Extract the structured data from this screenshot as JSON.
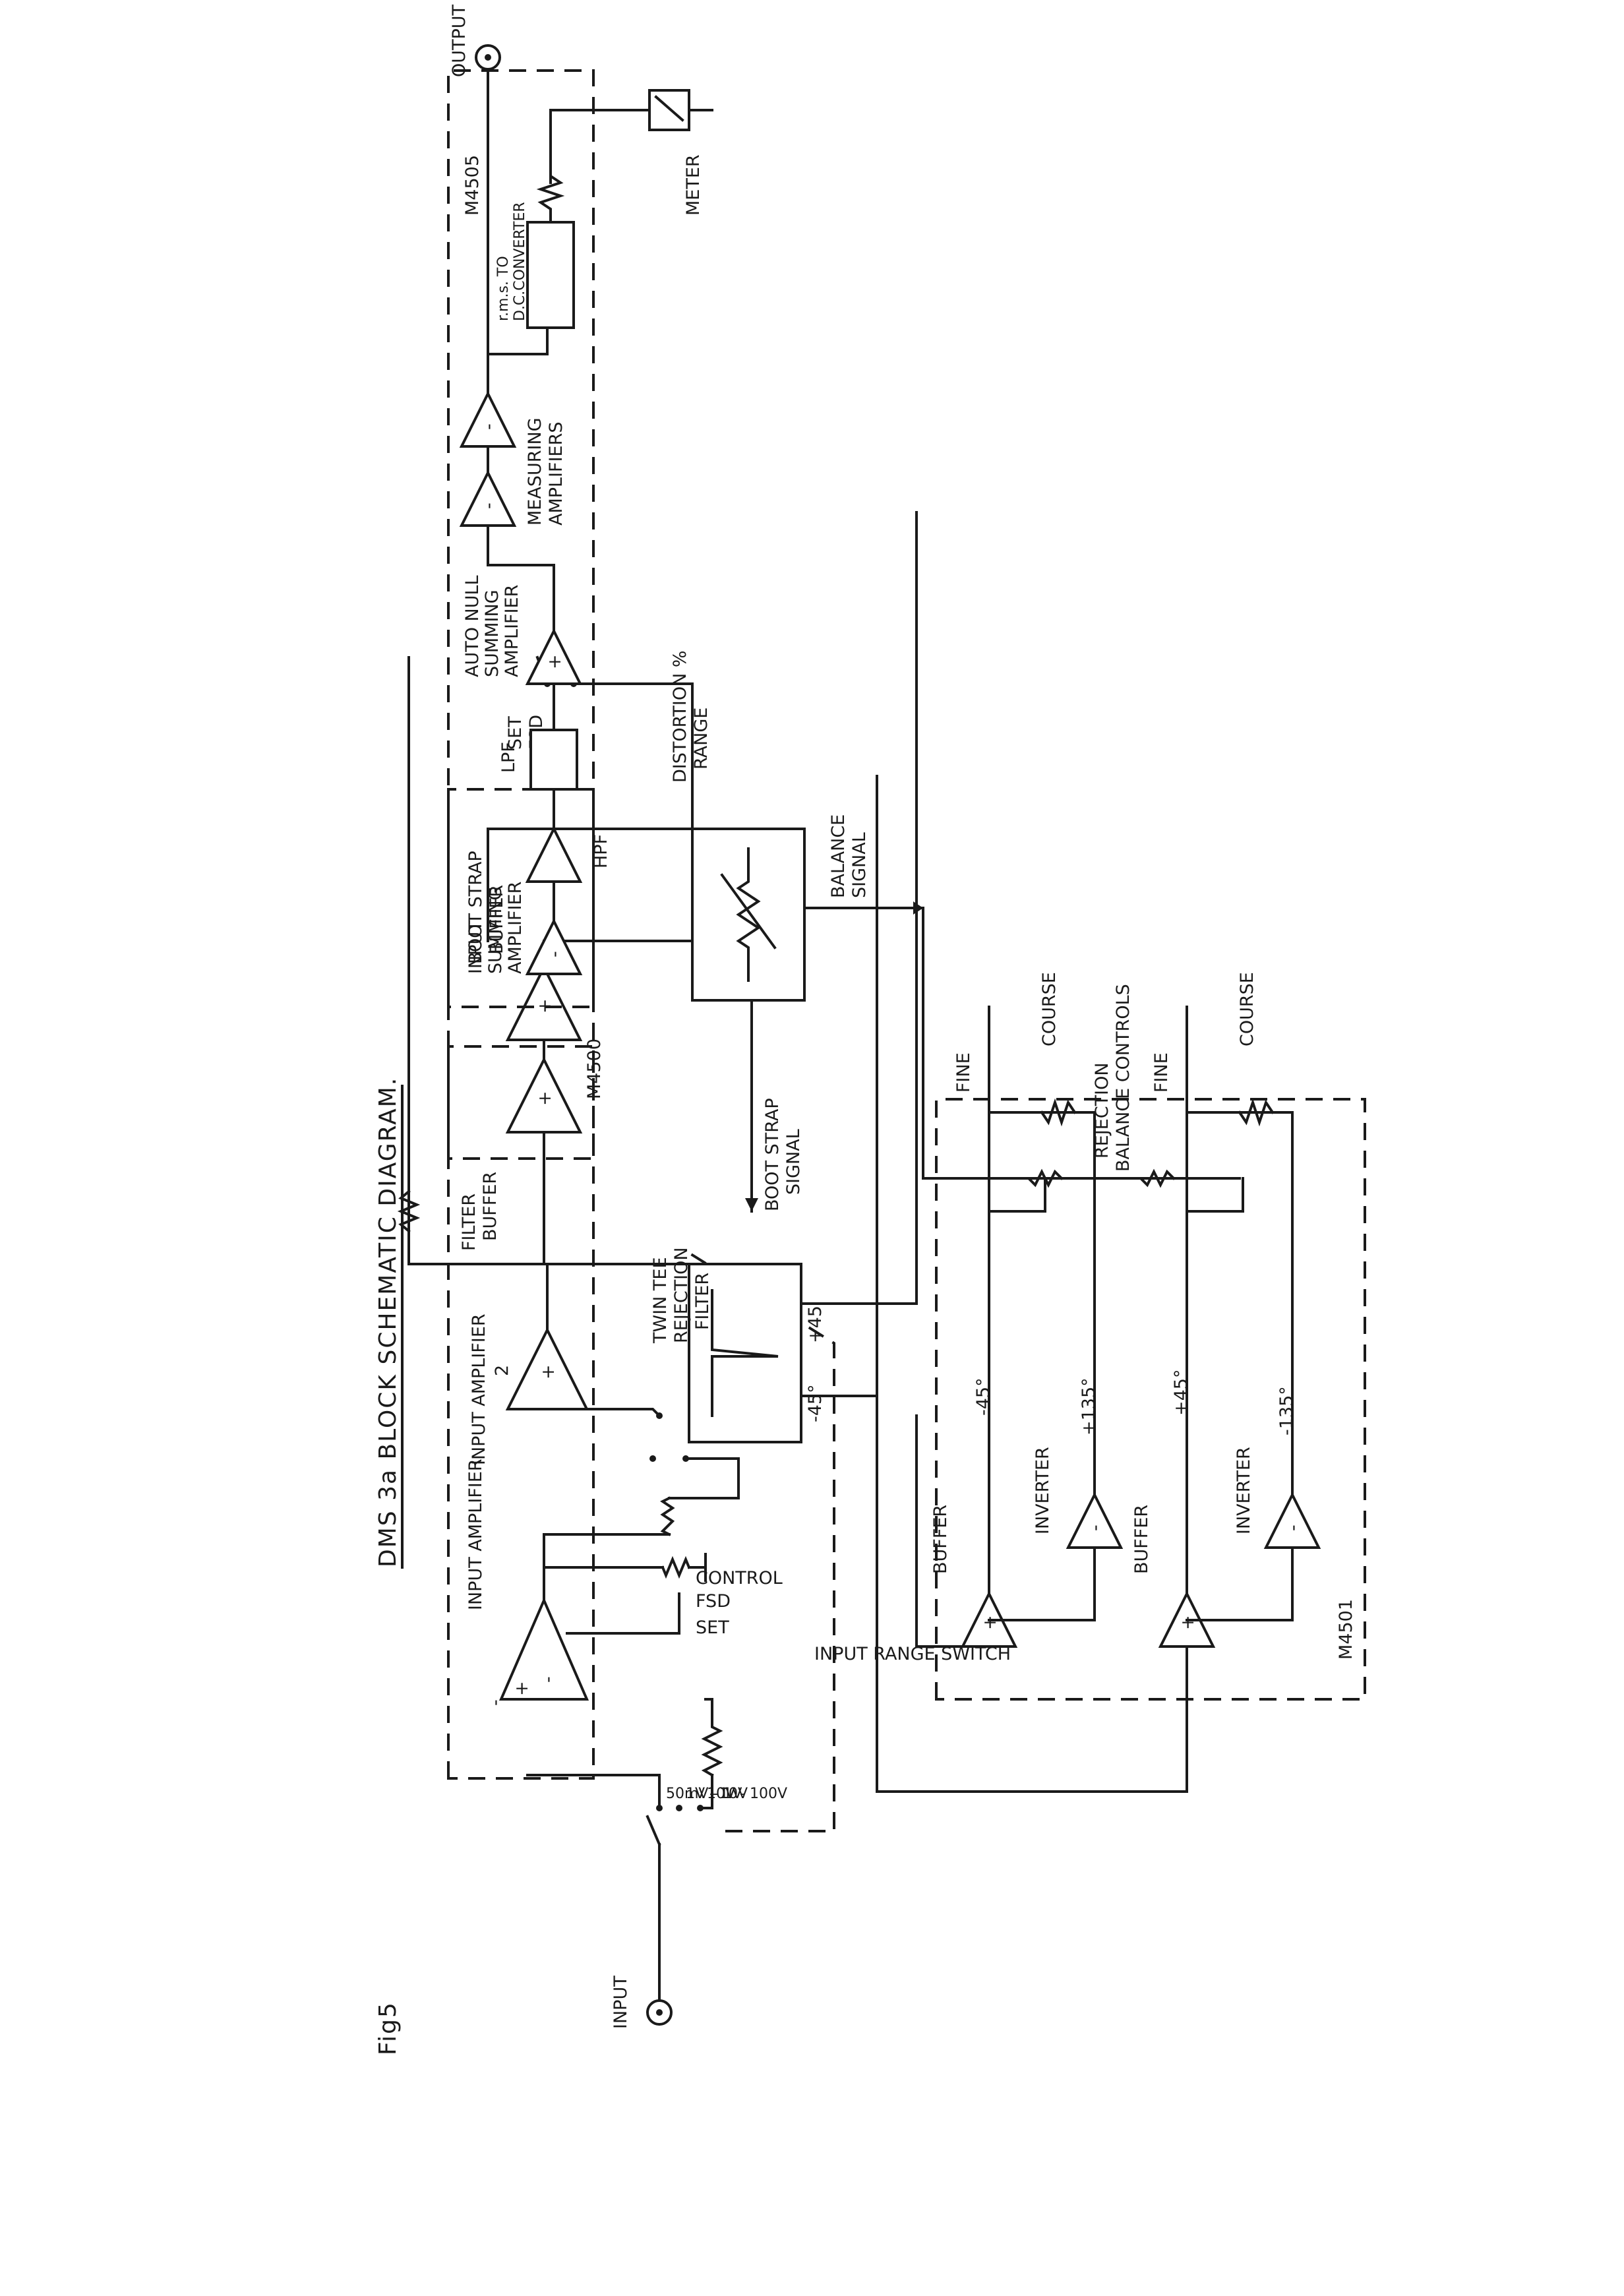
{
  "figure": {
    "fig_number": "Fig5",
    "title": "DMS 3a    BLOCK SCHEMATIC DIAGRAM."
  },
  "labels": {
    "input": "INPUT",
    "output": "OUTPUT",
    "meter": "METER",
    "range_1": "50mV - 1V",
    "range_2": "1V - 10V",
    "range_3": "10V - 100V",
    "input_range_switch": "INPUT RANGE SWITCH",
    "set_fsd_control": [
      "SET",
      "FSD",
      "CONTROL"
    ],
    "input_amplifier": "INPUT AMPLIFIER",
    "input_amplifier_2": [
      "INPUT AMPLIFIER",
      "2"
    ],
    "filter_buffer": [
      "FILTER",
      "BUFFER"
    ],
    "bootstrap_buffer": [
      "BOOT STRAP",
      "BUFFER"
    ],
    "m4500": "M4500",
    "twin_tee": [
      "TWIN TEE",
      "REJECTION",
      "FILTER"
    ],
    "bootstrap_signal": [
      "BOOT STRAP",
      "SIGNAL"
    ],
    "set_fsd": [
      "SET",
      "FSD"
    ],
    "distortion_range": [
      "DISTORTION %",
      "RANGE"
    ],
    "balance_signal": [
      "BALANCE",
      "SIGNAL"
    ],
    "input_summing": [
      "INPUT",
      "SUMMING",
      "AMPLIFIER"
    ],
    "hpf": "HPF",
    "lpf": "LPF",
    "auto_null": [
      "AUTO NULL",
      "SUMMING",
      "AMPLIFIER"
    ],
    "measuring": [
      "MEASURING",
      "AMPLIFIERS"
    ],
    "rms_converter": [
      "r.m.s. TO",
      "D.C.CONVERTER"
    ],
    "m4505": "M4505",
    "m4501": "M4501",
    "plus45_filter": "+45",
    "minus45_filter": "-45°",
    "minus45": "-45°",
    "plus135": "+135°",
    "plus45": "+45°",
    "minus135": "-135°",
    "buffer": "BUFFER",
    "inverter": "INVERTER",
    "fine": "FINE",
    "course": "COURSE",
    "rejection_balance": [
      "REJECTION",
      "BALANCE CONTROLS"
    ],
    "plus": "+",
    "minus": "-"
  }
}
